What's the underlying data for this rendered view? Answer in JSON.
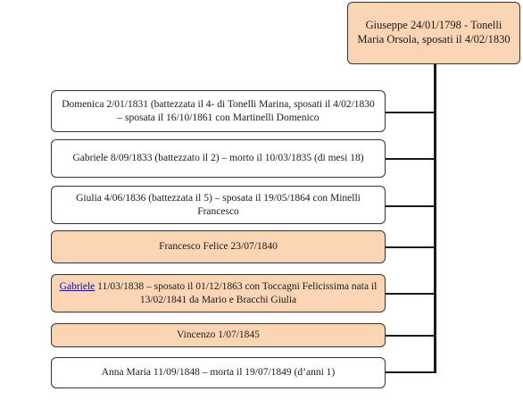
{
  "root": {
    "text": "Giuseppe 24/01/1798 - Tonelli Maria Orsola, sposati il 4/02/1830"
  },
  "children": [
    {
      "text": "Domenica 2/01/1831 (battezzata il 4- di Tonelli Marina, sposati il 4/02/1830 – sposata il 16/10/1861 con Martinelli Domenico"
    },
    {
      "text": "Gabriele 8/09/1833 (battezzato il 2) – morto il 10/03/1835 (di mesi 18)"
    },
    {
      "text": "Giulia 4/06/1836 (battezzata il 5) – sposata il 19/05/1864 con Minelli Francesco"
    },
    {
      "text": "Francesco Felice 23/07/1840"
    },
    {
      "link": "Gabriele",
      "text": " 11/03/1838 – sposato il 01/12/1863 con Toccagni Felicissima nata il 13/02/1841 da Mario e Bracchi Giulia"
    },
    {
      "text": "Vincenzo 1/07/1845"
    },
    {
      "text": "Anna Maria 11/09/1848 – morta il 19/07/1849 (d’anni 1)"
    }
  ],
  "colors": {
    "highlight_fill": "#fcd5b4",
    "plain_fill": "#ffffff",
    "line": "#1a1a1a",
    "link": "#0000ee"
  }
}
